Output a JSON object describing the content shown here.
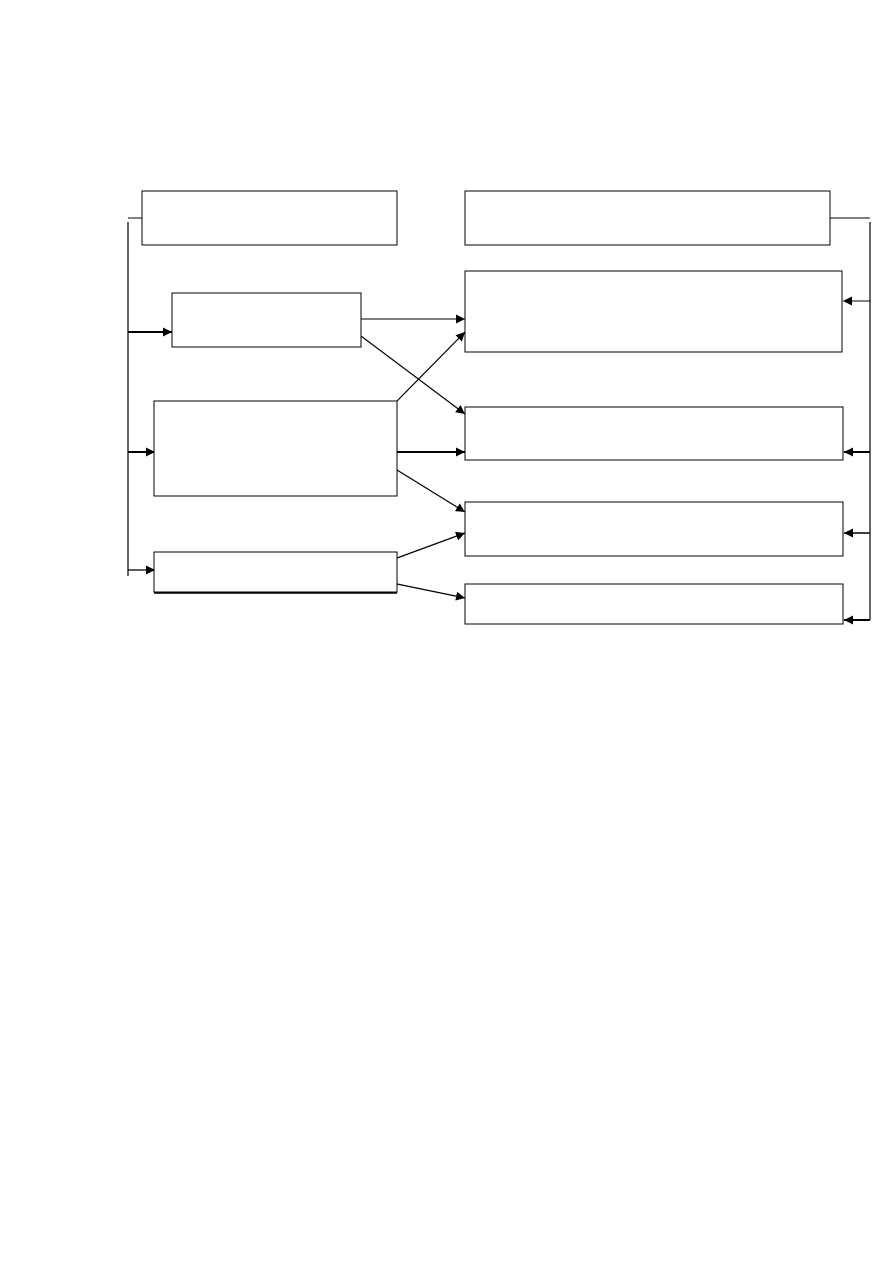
{
  "diagram": {
    "stroke_color": "#000000",
    "background_color": "#ffffff",
    "nodes": [
      {
        "id": "left-top",
        "label": ""
      },
      {
        "id": "left-a",
        "label": ""
      },
      {
        "id": "left-b",
        "label": ""
      },
      {
        "id": "left-c",
        "label": ""
      },
      {
        "id": "right-top",
        "label": ""
      },
      {
        "id": "right-1",
        "label": ""
      },
      {
        "id": "right-2",
        "label": ""
      },
      {
        "id": "right-3",
        "label": ""
      },
      {
        "id": "right-4",
        "label": ""
      }
    ],
    "edges": [
      {
        "from": "left-a",
        "to": "right-1"
      },
      {
        "from": "left-a",
        "to": "right-2"
      },
      {
        "from": "left-b",
        "to": "right-1"
      },
      {
        "from": "left-b",
        "to": "right-2"
      },
      {
        "from": "left-b",
        "to": "right-3"
      },
      {
        "from": "left-c",
        "to": "right-3"
      },
      {
        "from": "left-c",
        "to": "right-4"
      },
      {
        "from": "left-top",
        "to": "left-a"
      },
      {
        "from": "left-top",
        "to": "left-b"
      },
      {
        "from": "left-top",
        "to": "left-c"
      },
      {
        "from": "right-top",
        "to": "right-1"
      },
      {
        "from": "right-top",
        "to": "right-2"
      },
      {
        "from": "right-top",
        "to": "right-3"
      },
      {
        "from": "right-top",
        "to": "right-4"
      }
    ]
  }
}
